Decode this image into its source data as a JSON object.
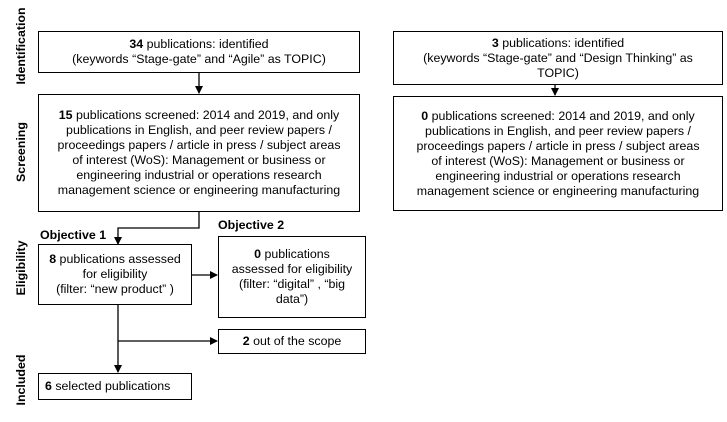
{
  "stages": [
    "Identification",
    "Screening",
    "Eligibility",
    "Included"
  ],
  "left_identified": {
    "count": "34",
    "text1": " publications: identified",
    "text2": "(keywords “Stage-gate” and “Agile” as TOPIC)"
  },
  "right_identified": {
    "count": "3",
    "text1": " publications: identified",
    "text2": "(keywords “Stage-gate” and “Design Thinking” as",
    "text3": "TOPIC)"
  },
  "left_screened": {
    "count": "15",
    "lines": [
      " publications screened: 2014 and 2019, and only",
      "publications in English, and peer review papers /",
      "proceedings papers / article in press / subject areas",
      "of interest (WoS): Management or business or",
      "engineering industrial or operations research",
      "management science or engineering manufacturing"
    ]
  },
  "right_screened": {
    "count": "0",
    "lines": [
      " publications screened: 2014 and 2019, and only",
      "publications in English, and peer review papers /",
      "proceedings papers / article in press / subject areas",
      "of interest (WoS): Management or business or",
      "engineering industrial or operations research",
      "management science or engineering manufacturing"
    ]
  },
  "objective1": {
    "label": "Objective 1",
    "count": "8",
    "line1": " publications assessed",
    "line2": "for eligibility",
    "line3": "(filter: “new product” )"
  },
  "objective2": {
    "label": "Objective 2",
    "count": "0",
    "line1": " publications",
    "line2": "assessed for eligibility",
    "line3": "(filter: “digital” , “big",
    "line4": "data”)"
  },
  "out_of_scope": {
    "count": "2",
    "text": " out of the scope"
  },
  "selected": {
    "count": "6",
    "text": " selected publications"
  }
}
